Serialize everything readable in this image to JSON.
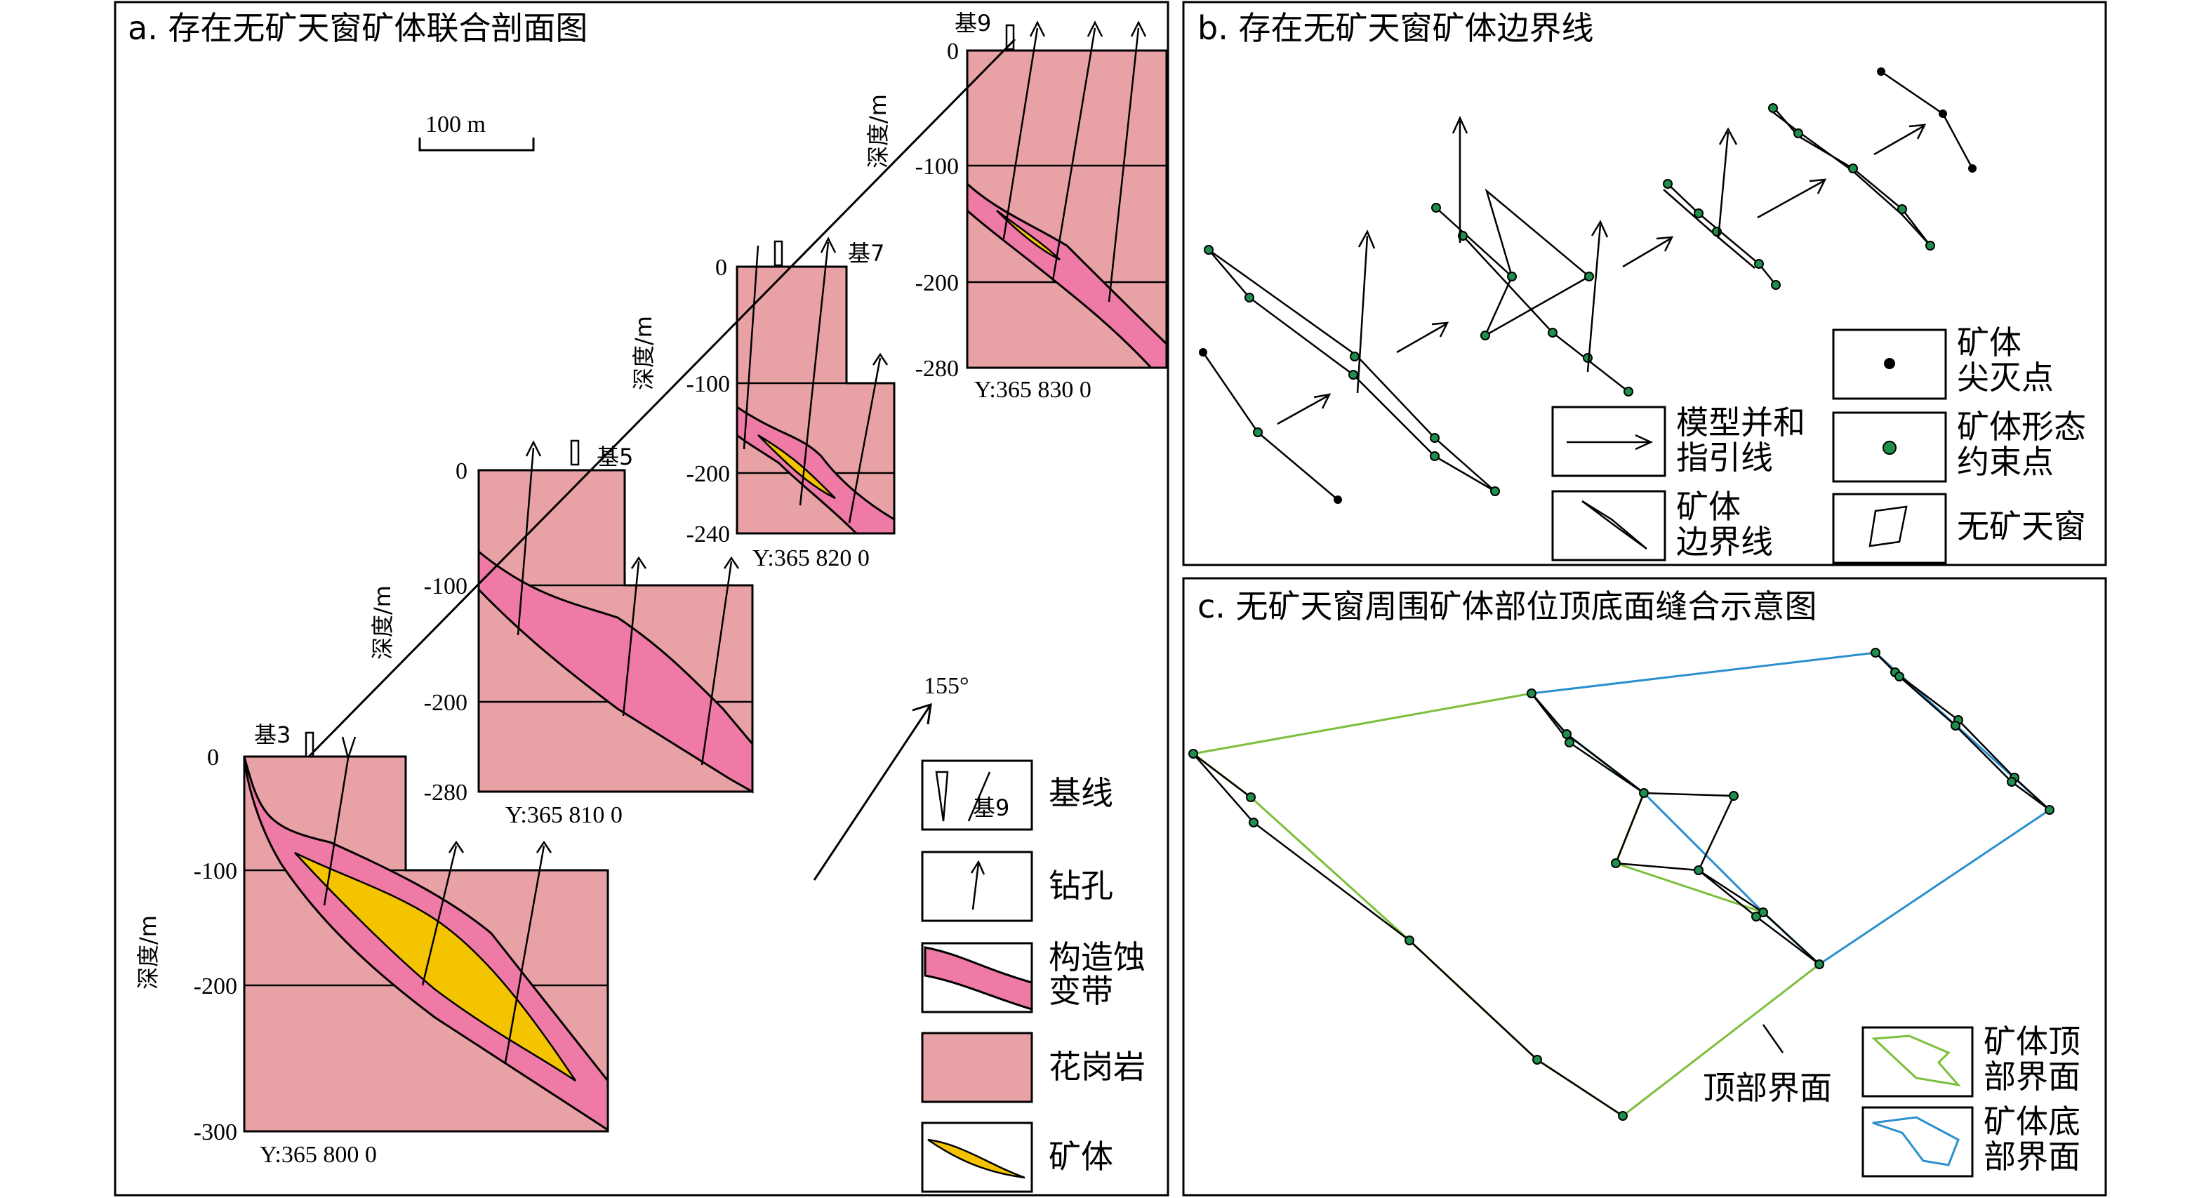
{
  "panel_a": {
    "title": "a. 存在无矿天窗矿体联合剖面图",
    "scale_label": "100 m",
    "azimuth_label": "155°",
    "depth_axis_label": "深度/m",
    "sections": [
      {
        "name": "基3",
        "ticks": [
          "0",
          "-100",
          "-200",
          "-300"
        ],
        "coord": "Y:365 800 0"
      },
      {
        "name": "基5",
        "ticks": [
          "0",
          "-100",
          "-200",
          "-280"
        ],
        "coord": "Y:365 810 0"
      },
      {
        "name": "基7",
        "ticks": [
          "0",
          "-100",
          "-200",
          "-240"
        ],
        "coord": "Y:365 820 0"
      },
      {
        "name": "基9",
        "ticks": [
          "0",
          "-100",
          "-200",
          "-280"
        ],
        "coord": "Y:365 830 0"
      }
    ],
    "legend": {
      "baseline_tag": "基9",
      "baseline": "基线",
      "drillhole": "钻孔",
      "alteration_1": "构造蚀",
      "alteration_2": "变带",
      "granite": "花岗岩",
      "orebody": "矿体"
    },
    "colors": {
      "granite": "#e8a2a6",
      "alteration": "#f07aa6",
      "ore": "#f5c400"
    }
  },
  "panel_b": {
    "title": "b. 存在无矿天窗矿体边界线",
    "legend": {
      "guide_1": "模型并和",
      "guide_2": "指引线",
      "boundary_1": "矿体",
      "boundary_2": "边界线",
      "pinch_1": "矿体",
      "pinch_2": "尖灭点",
      "constraint_1": "矿体形态",
      "constraint_2": "约束点",
      "window": "无矿天窗"
    },
    "colors": {
      "constraint_point": "#1f8f4e"
    }
  },
  "panel_c": {
    "title": "c. 无矿天窗周围矿体部位顶底面缝合示意图",
    "top_surface_label": "顶部界面",
    "legend": {
      "top_1": "矿体顶",
      "top_2": "部界面",
      "bottom_1": "矿体底",
      "bottom_2": "部界面"
    },
    "colors": {
      "top": "#7bbf3a",
      "bottom": "#2b8fce"
    }
  }
}
